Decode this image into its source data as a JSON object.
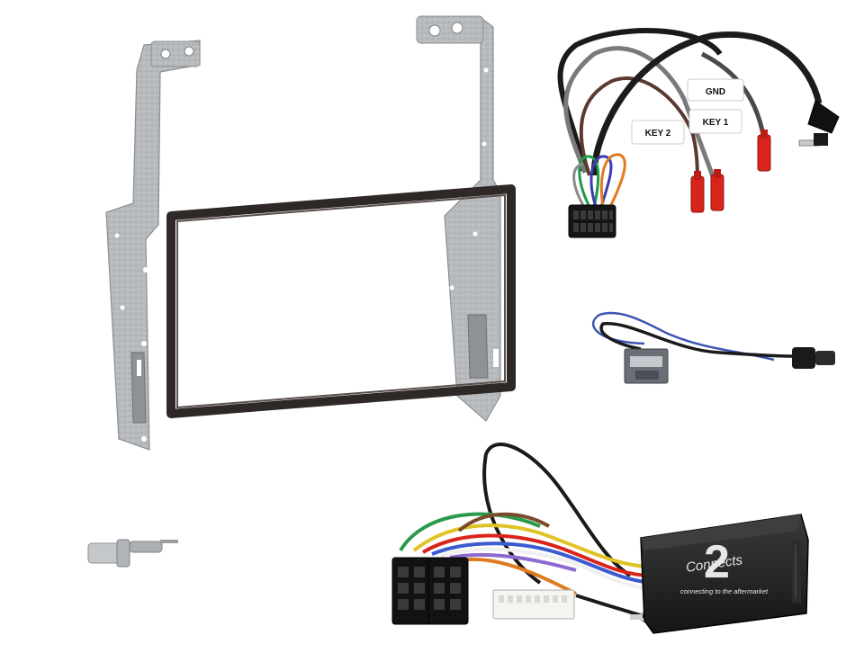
{
  "image": {
    "labels": {
      "gnd": "GND",
      "key1": "KEY 1",
      "key2": "KEY 2"
    },
    "interface_logo": {
      "brand_number": "2",
      "brand_script": "Connects",
      "tagline": "connecting to the aftermarket"
    },
    "colors": {
      "steel": "#b9bcbf",
      "frame": "#3a3230",
      "cable_black": "#1a1a1a",
      "plug_red": "#d9241c",
      "module_black": "#222222"
    }
  }
}
